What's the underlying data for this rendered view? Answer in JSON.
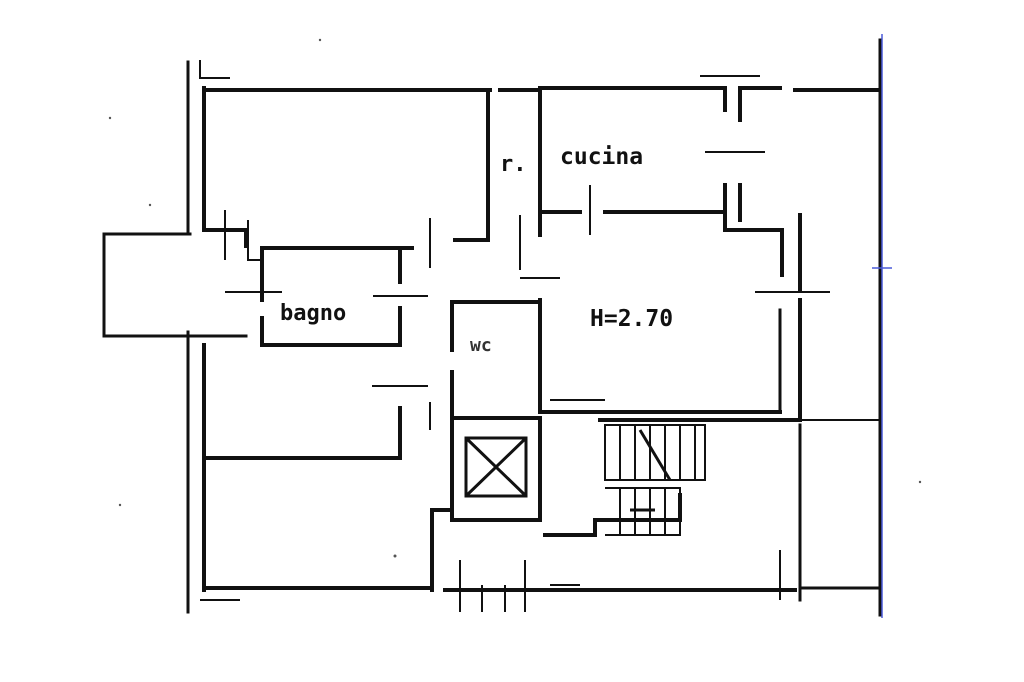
{
  "plan": {
    "rooms": {
      "storage": "r.",
      "kitchen": "cucina",
      "bathroom": "bagno",
      "toilet": "wc"
    },
    "ceiling_height": "H=2.70"
  },
  "colors": {
    "ink": "#111111",
    "paper": "#ffffff",
    "edge_line": "#4a5ad8"
  }
}
